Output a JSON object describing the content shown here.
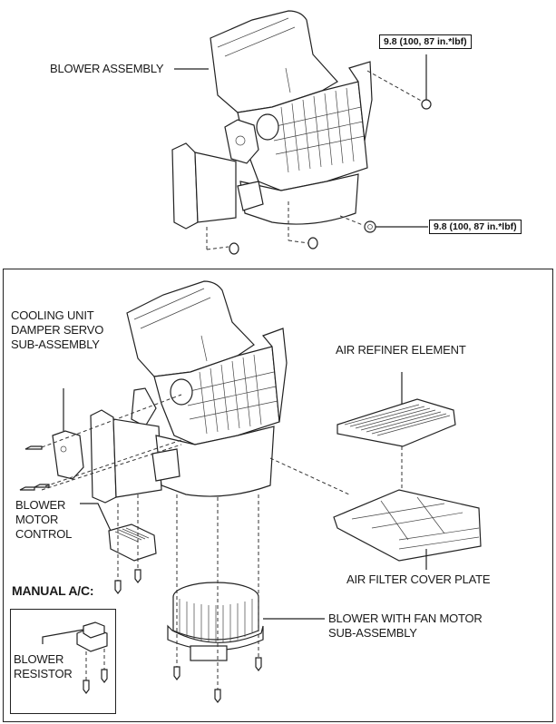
{
  "diagram": {
    "top_view": {
      "labels": {
        "blower_assembly": "BLOWER ASSEMBLY"
      },
      "torque_specs": [
        "9.8 (100, 87 in.*lbf)",
        "9.8 (100, 87 in.*lbf)"
      ]
    },
    "exploded_view": {
      "labels": {
        "damper_servo": [
          "COOLING UNIT",
          "DAMPER SERVO",
          "SUB-ASSEMBLY"
        ],
        "air_refiner": "AIR REFINER ELEMENT",
        "blower_motor_control": [
          "BLOWER",
          "MOTOR",
          "CONTROL"
        ],
        "air_filter_cover": "AIR FILTER COVER PLATE",
        "manual_ac": "MANUAL A/C:",
        "blower_fan_motor": [
          "BLOWER WITH FAN MOTOR",
          "SUB-ASSEMBLY"
        ],
        "blower_resistor": [
          "BLOWER",
          "RESISTOR"
        ]
      }
    }
  }
}
